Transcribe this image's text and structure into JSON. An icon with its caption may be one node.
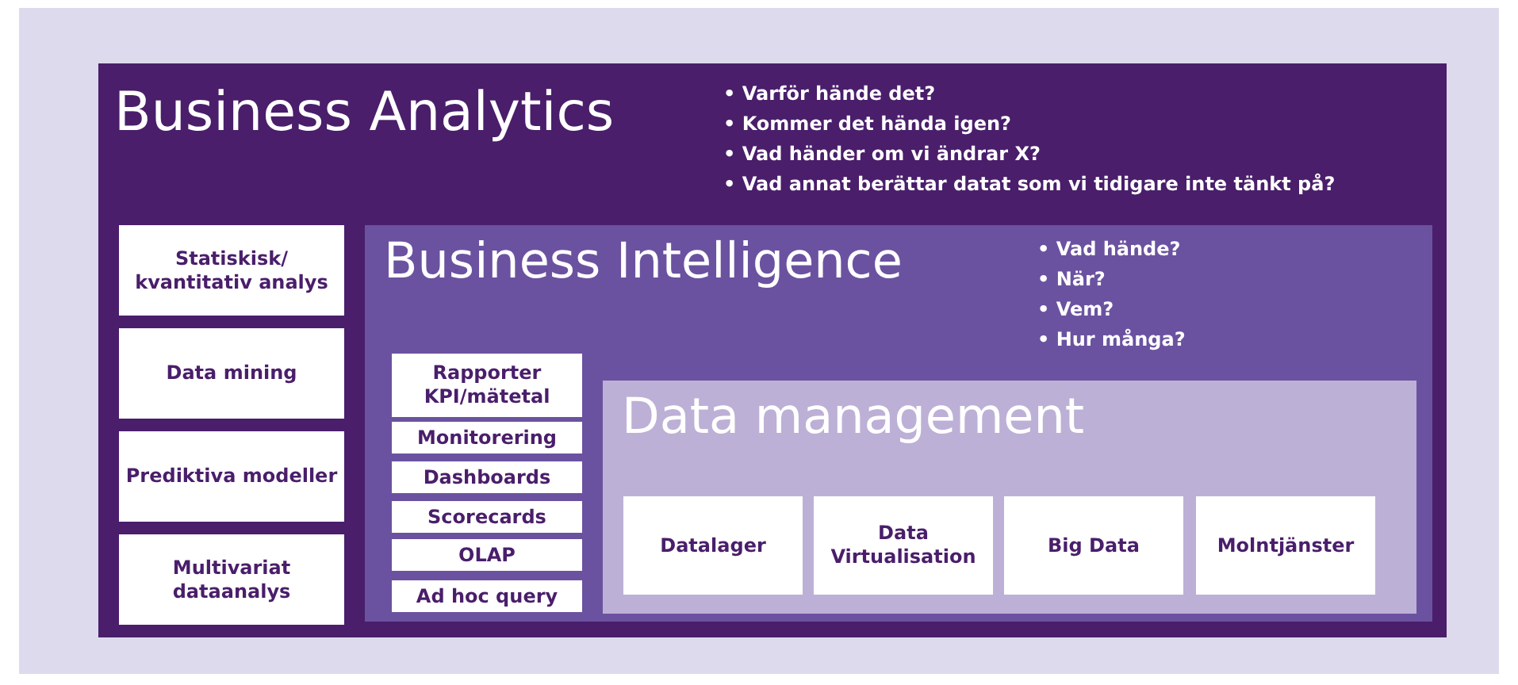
{
  "diagram": {
    "nodes": [
      {
        "text": [
          "Business Analytics",
          "• Varför hände det?",
          "• Kommer det hända igen?",
          "• Vad händer om vi ändrar X?",
          "• Vad annat berättar datat som vi tidigare inte tänkt på?"
        ]
      },
      {
        "text": [
          "Statiskisk/ kvantitativ analys"
        ],
        "in": 0
      },
      {
        "text": [
          "Data mining"
        ],
        "in": 0
      },
      {
        "text": [
          "Prediktiva modeller"
        ],
        "in": 0
      },
      {
        "text": [
          "Multivariat dataanalys"
        ],
        "in": 0
      },
      {
        "text": [
          "Business Intelligence",
          "• Vad hände?",
          "• När?",
          "• Vem?",
          "• Hur många?"
        ],
        "in": 0
      },
      {
        "text": [
          "Rapporter KPI/mätetal"
        ],
        "in": 5
      },
      {
        "text": [
          "Monitorering"
        ],
        "in": 5
      },
      {
        "text": [
          "Dashboards"
        ],
        "in": 5
      },
      {
        "text": [
          "Scorecards"
        ],
        "in": 5
      },
      {
        "text": [
          "OLAP"
        ],
        "in": 5
      },
      {
        "text": [
          "Ad hoc query"
        ],
        "in": 5
      },
      {
        "text": [
          "Data management"
        ],
        "in": 5
      },
      {
        "text": [
          "Datalager"
        ],
        "in": 12
      },
      {
        "text": [
          "Data Virtualisation"
        ],
        "in": 12
      },
      {
        "text": [
          "Big Data"
        ],
        "in": 12
      },
      {
        "text": [
          "Molntjänster"
        ],
        "in": 12
      }
    ]
  }
}
